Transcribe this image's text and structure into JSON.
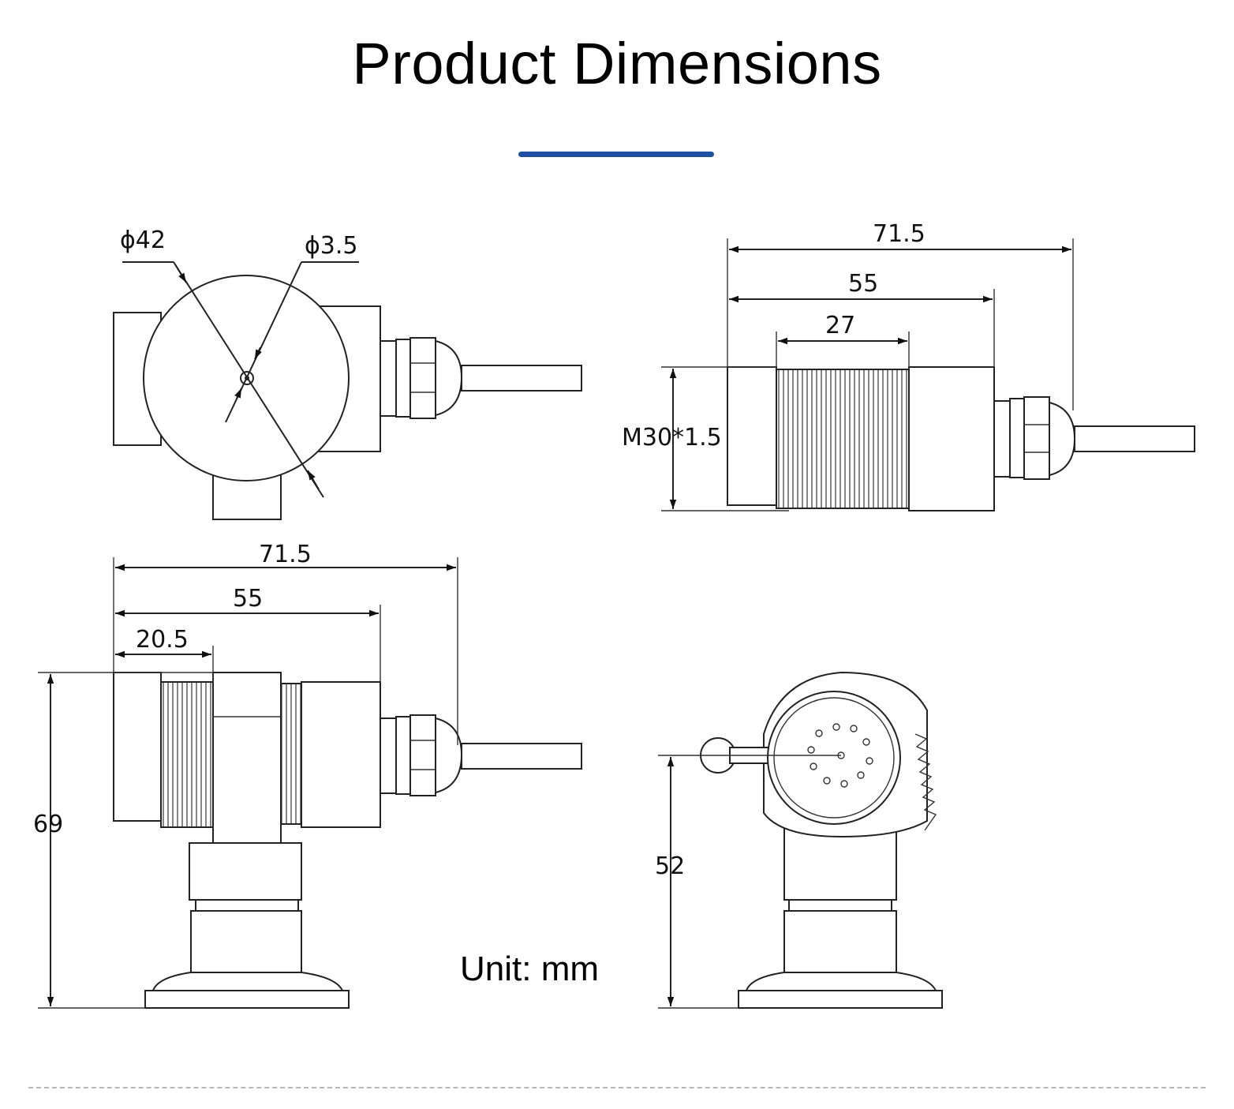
{
  "title": "Product Dimensions",
  "accent_color": "#1f4fa3",
  "unit_label": "Unit: mm",
  "views": {
    "front": {
      "phi_outer": "ϕ42",
      "phi_hole": "ϕ3.5"
    },
    "side_top": {
      "overall": "71.5",
      "body": "55",
      "thread": "27",
      "thread_spec": "M30*1.5"
    },
    "side_bottom": {
      "overall": "71.5",
      "body": "55",
      "thread": "20.5",
      "height": "69"
    },
    "end": {
      "height": "52"
    }
  }
}
